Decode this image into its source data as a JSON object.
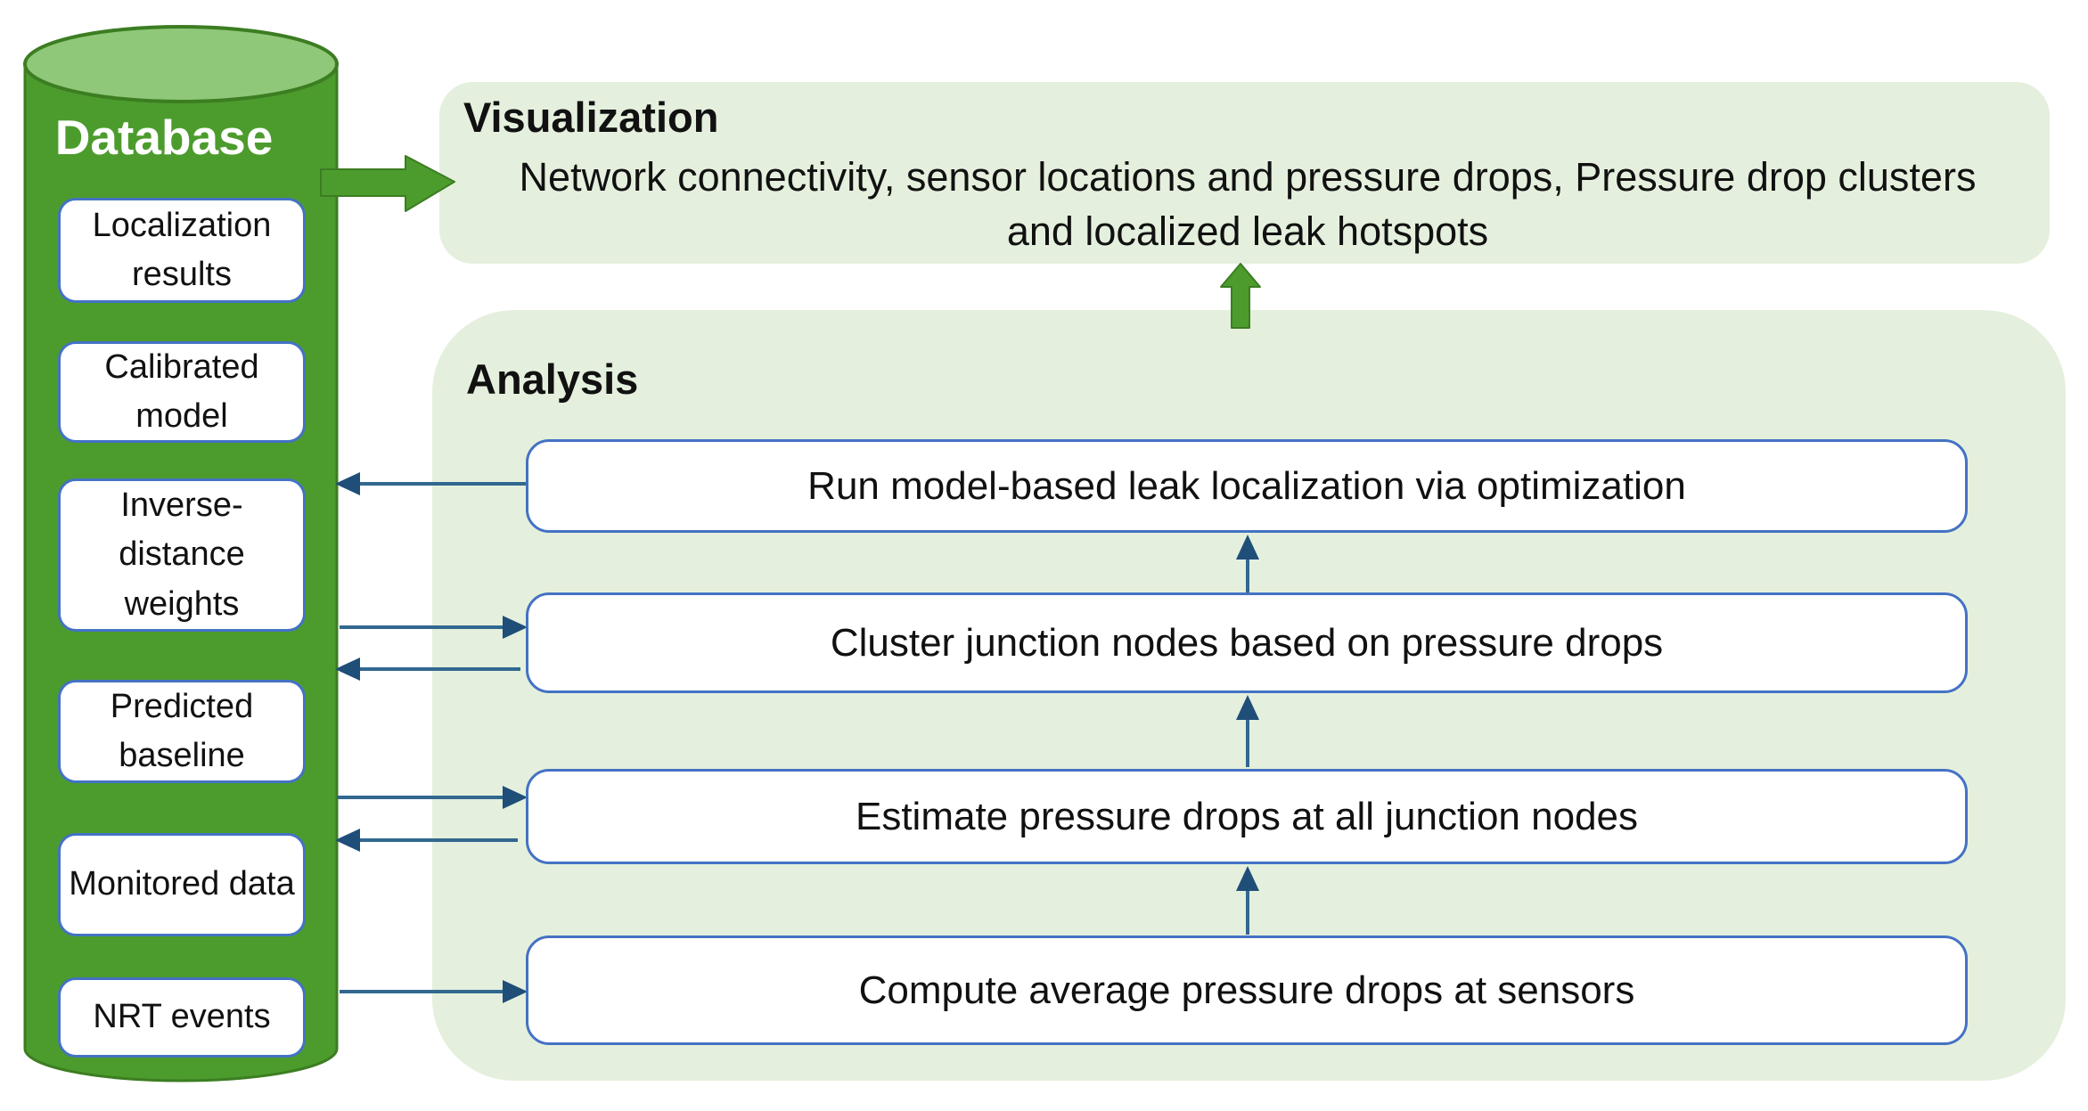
{
  "database": {
    "title": "Database",
    "items": [
      "Localization results",
      "Calibrated model",
      "Inverse-distance weights",
      "Predicted baseline",
      "Monitored data",
      "NRT events"
    ]
  },
  "visualization": {
    "title": "Visualization",
    "line1": "Network connectivity, sensor locations and pressure drops, Pressure drop clusters",
    "line2": "and localized leak hotspots"
  },
  "analysis": {
    "title": "Analysis",
    "steps": [
      "Run model-based leak localization via optimization",
      "Cluster junction nodes based on pressure drops",
      "Estimate pressure drops at all junction nodes",
      "Compute average pressure drops at sensors"
    ]
  },
  "colors": {
    "db_green": "#4C9C2D",
    "db_green_light": "#8FC878",
    "db_green_stroke": "#3C7D22",
    "panel_green": "#E4F0DD",
    "box_border_blue": "#4472C4",
    "arrow_blue": "#31688F",
    "arrow_head_blue": "#1F4E79",
    "title_white": "#FFFFFF"
  }
}
